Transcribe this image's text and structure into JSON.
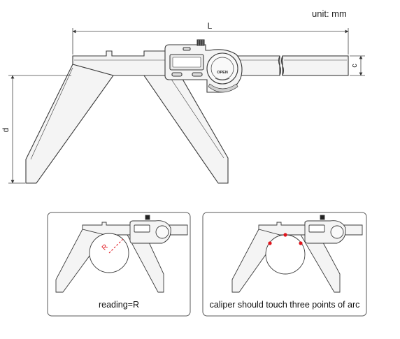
{
  "header": {
    "unit": "unit: mm"
  },
  "dimensions": {
    "length": "L",
    "height": "c",
    "depth": "d"
  },
  "device": {
    "button": "OPEN"
  },
  "panels": [
    {
      "radius_label": "R",
      "caption": "reading=R"
    },
    {
      "caption": "caliper should touch three points of arc"
    }
  ],
  "colors": {
    "line": "#3a3a3a",
    "body": "#f2f2f2",
    "contact": "#e0141c",
    "panel_border": "#5a5a5a"
  }
}
